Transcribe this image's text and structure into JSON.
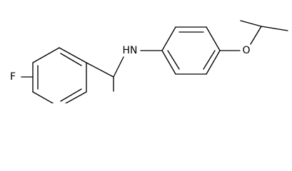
{
  "structure": {
    "atoms": {
      "fluorine": "F",
      "amine": "HN",
      "oxygen": "O"
    }
  }
}
